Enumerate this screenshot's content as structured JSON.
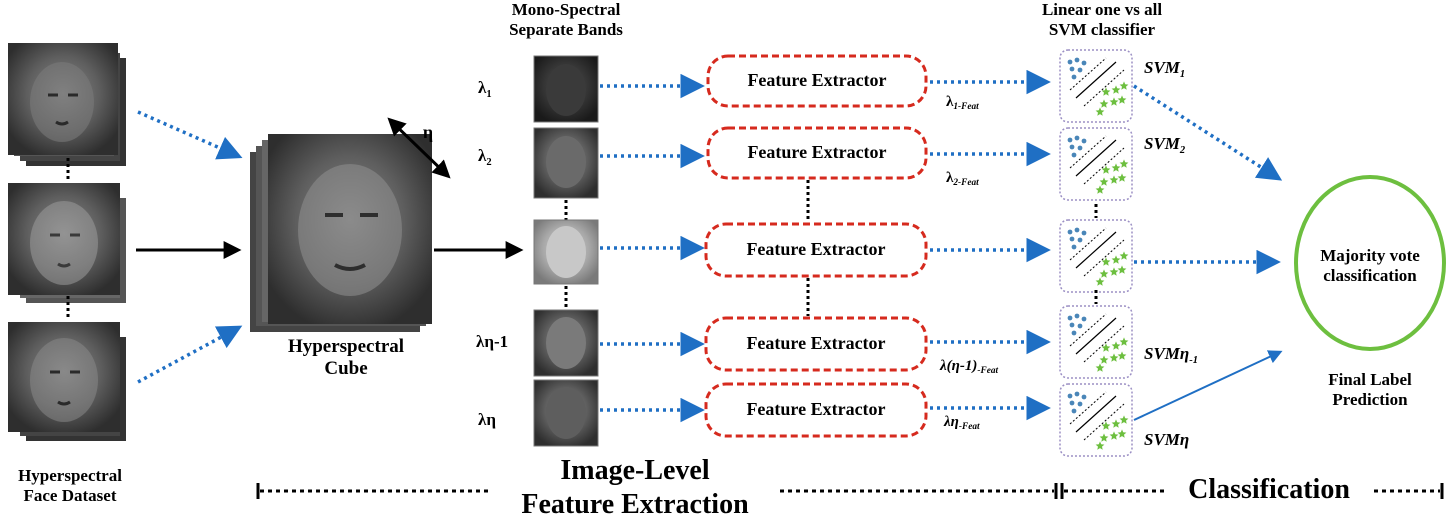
{
  "dataset": {
    "label_line1": "Hyperspectral",
    "label_line2": "Face Dataset"
  },
  "cube": {
    "label_line1": "Hyperspectral",
    "label_line2": "Cube",
    "depth_symbol": "η"
  },
  "bands": {
    "title_line1": "Mono-Spectral",
    "title_line2": "Separate Bands",
    "items": [
      {
        "symbol": "λ",
        "sub": "1"
      },
      {
        "symbol": "λ",
        "sub": "2"
      },
      {
        "symbol": "",
        "sub": ""
      },
      {
        "symbol": "λη-1",
        "sub": ""
      },
      {
        "symbol": "λη",
        "sub": ""
      }
    ]
  },
  "extractor": {
    "label": "Feature Extractor"
  },
  "features": [
    {
      "symbol": "λ",
      "sub": "1-Feat"
    },
    {
      "symbol": "λ",
      "sub": "2-Feat"
    },
    {
      "symbol": "",
      "sub": ""
    },
    {
      "symbol": "λ(η-1)",
      "sub": "-Feat"
    },
    {
      "symbol": "λη",
      "sub": "-Feat"
    }
  ],
  "classifier": {
    "title_line1": "Linear one vs all",
    "title_line2": "SVM classifier",
    "svms": [
      {
        "name": "SVM",
        "sub": "1"
      },
      {
        "name": "SVM",
        "sub": "2"
      },
      {
        "name": "",
        "sub": ""
      },
      {
        "name": "SVMη",
        "sub": "-1"
      },
      {
        "name": "SVMη",
        "sub": ""
      }
    ]
  },
  "vote": {
    "line1": "Majority vote",
    "line2": "classification"
  },
  "final": {
    "line1": "Final Label",
    "line2": "Prediction"
  },
  "stages": {
    "image_level_line1": "Image-Level",
    "image_level_line2": "Feature Extraction",
    "classification": "Classification"
  },
  "colors": {
    "blue_arrow": "#1f6fc4",
    "red_dash": "#d62a1e",
    "green_circle": "#6dbf3f",
    "star": "#6dbf3f",
    "dot": "#4a86b8",
    "svm_border": "#9b8fc4"
  }
}
